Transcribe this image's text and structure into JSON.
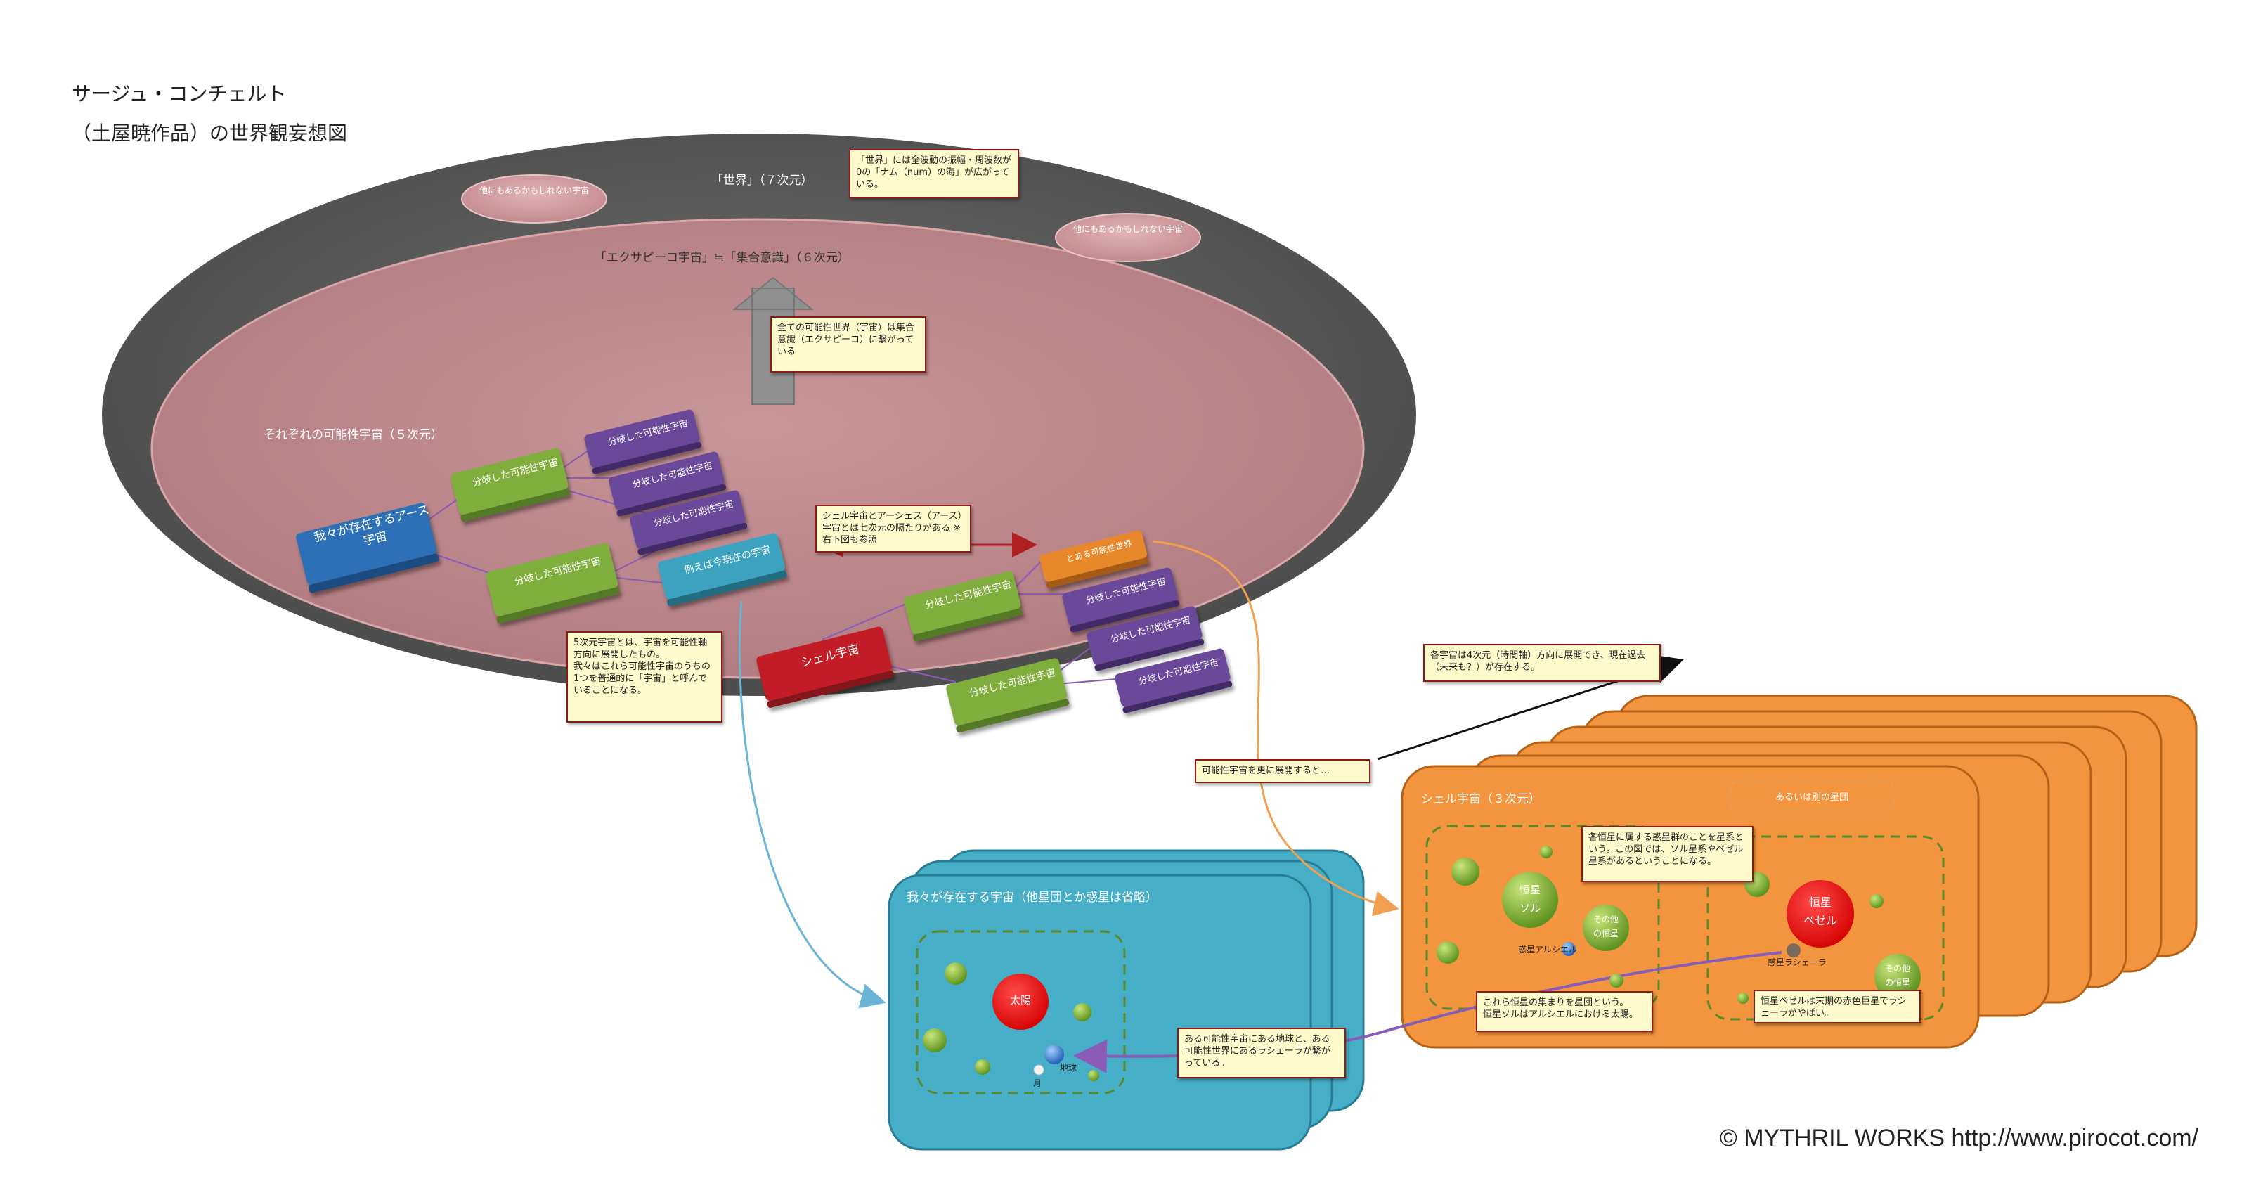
{
  "title": {
    "line1": "サージュ・コンチェルト",
    "line2": "（土屋暁作品）の世界観妄想図"
  },
  "regions": {
    "world": "「世界」（７次元）",
    "exa": "「エクサピーコ宇宙」≒「集合意識」（６次元）",
    "possible": "それぞれの可能性宇宙（５次元）",
    "other1": "他にもあるかもしれない宇宙",
    "other2": "他にもあるかもしれない宇宙"
  },
  "notes": {
    "world": "「世界」には全波動の振幅・周波数が0の「ナム（num）の海」が広がっている。",
    "exa": "全ての可能性世界（宇宙）は集合意識（エクサピーコ）に繋がっている",
    "shell_earth": "シェル宇宙とアーシェス（アース）宇宙とは七次元の隔たりがある ※右下図も参照",
    "fivedim": "5次元宇宙とは、宇宙を可能性軸方向に展開したもの。\n我々はこれら可能性宇宙のうちの1つを普通的に「宇宙」と呼んでいることになる。",
    "timeaxis": "各宇宙は4次元（時間軸）方向に展開でき、現在過去（未来も？）が存在する。",
    "expand": "可能性宇宙を更に展開すると…",
    "planets": "各恒星に属する惑星群のことを星系という。この図では、ソル星系やベゼル星系があるということになる。",
    "cluster": "これら恒星の集まりを星団という。\n恒星ソルはアルシエルにおける太陽。",
    "bezel": "恒星ベゼルは末期の赤色巨星でラシェーラがやばい。",
    "link": "ある可能性宇宙にある地球と、ある可能性世界にあるラシェーラが繋がっている。"
  },
  "blocks": {
    "earth_universe": "我々が存在するアース宇宙",
    "shell_universe": "シェル宇宙",
    "branch": "分岐した可能性宇宙",
    "current": "例えば今現在の宇宙",
    "some_world": "とある可能性世界"
  },
  "panels": {
    "earth_title": "我々が存在する宇宙（他星団とか惑星は省略）",
    "shell_title": "シェル宇宙（３次元）",
    "other_cluster": "あるいは別の星団"
  },
  "bodies": {
    "sun": "太陽",
    "earth": "地球",
    "moon": "月",
    "sol_line1": "恒星",
    "sol_line2": "ソル",
    "bezel_line1": "恒星",
    "bezel_line2": "ベゼル",
    "other_star_line1": "その他",
    "other_star_line2": "の恒星",
    "arciel": "惑星アルシエル",
    "rashela": "惑星ラシェーラ"
  },
  "colors": {
    "outer": "#5a5a5a",
    "inner": "#b8868a",
    "blue_block": "#2d6fb5",
    "green_block": "#7fae3e",
    "purple_block": "#6a4a9a",
    "teal_block": "#3aa3c0",
    "red_block": "#c21f25",
    "orange_block": "#e8882a",
    "earth_panel": "#47aec8",
    "shell_panel": "#f2953e"
  },
  "copyright": "© MYTHRIL WORKS http://www.pirocot.com/"
}
